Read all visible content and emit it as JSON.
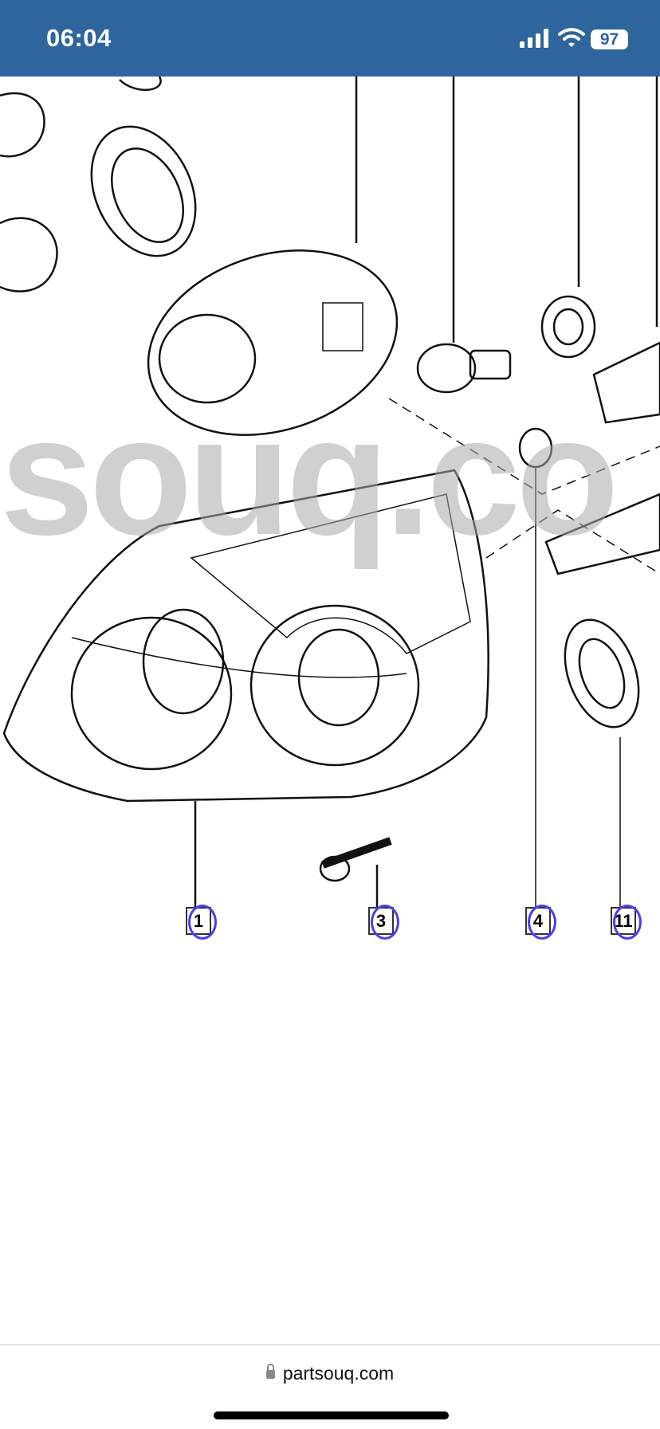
{
  "status_bar": {
    "time": "06:04",
    "battery": "97",
    "icons": [
      "cellular-signal-icon",
      "wifi-icon",
      "battery-icon"
    ]
  },
  "diagram": {
    "watermark": "souq.co",
    "callouts": [
      {
        "label": "1"
      },
      {
        "label": "3"
      },
      {
        "label": "4"
      },
      {
        "label": "11"
      }
    ],
    "highlight_color": "#4a3ef0"
  },
  "browser": {
    "url": "partsouq.com",
    "icons": [
      "lock-icon"
    ]
  },
  "colors": {
    "status_bar": "#2d659c"
  }
}
